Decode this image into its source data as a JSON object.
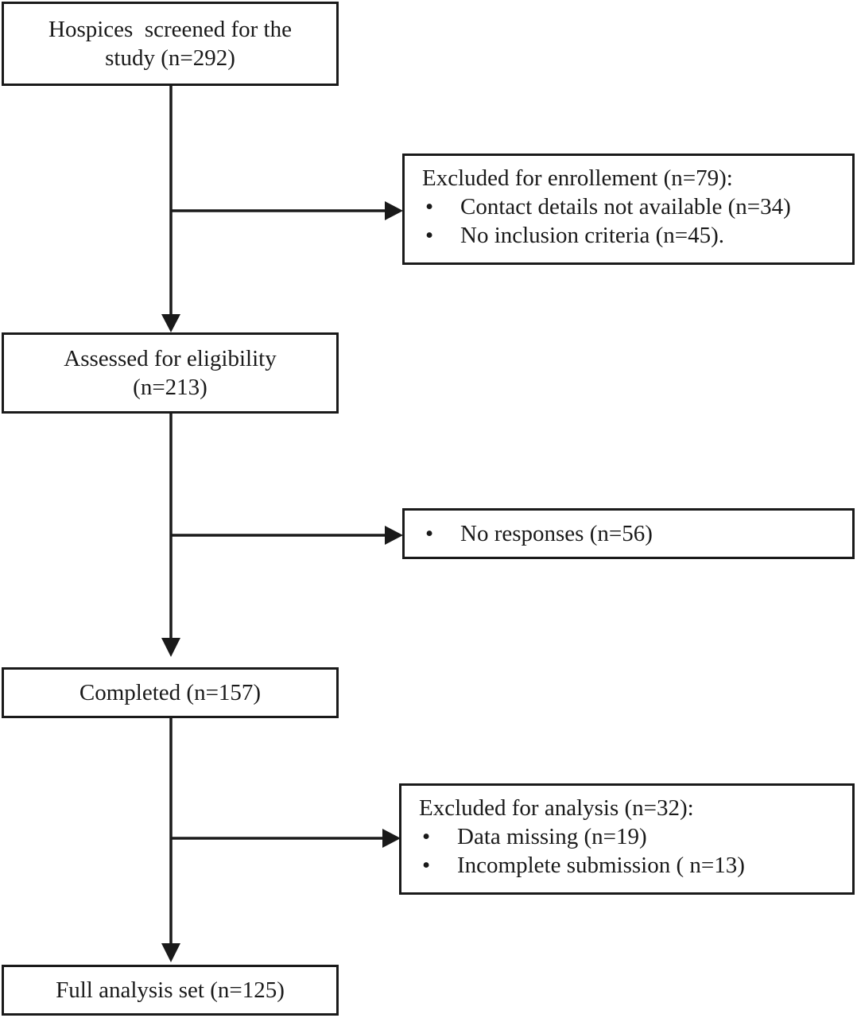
{
  "flowchart": {
    "main_boxes": [
      {
        "id": "screened",
        "lines": [
          "Hospices  screened for the",
          "study (n=292)"
        ]
      },
      {
        "id": "assessed",
        "lines": [
          "Assessed for eligibility",
          "(n=213)"
        ]
      },
      {
        "id": "completed",
        "lines": [
          "Completed (n=157)"
        ]
      },
      {
        "id": "full_analysis",
        "lines": [
          "Full analysis set (n=125)"
        ]
      }
    ],
    "side_boxes": [
      {
        "id": "excluded_enrollment",
        "title": "Excluded for enrollement (n=79):",
        "items": [
          "Contact details not available (n=34)",
          "No inclusion criteria (n=45)."
        ]
      },
      {
        "id": "no_responses",
        "title": "",
        "items": [
          "No responses (n=56)"
        ]
      },
      {
        "id": "excluded_analysis",
        "title": "Excluded for analysis (n=32):",
        "items": [
          "Data missing (n=19)",
          "Incomplete submission ( n=13)"
        ]
      }
    ],
    "bullet_symbol": "•",
    "line_color": "#1a1a1a"
  }
}
